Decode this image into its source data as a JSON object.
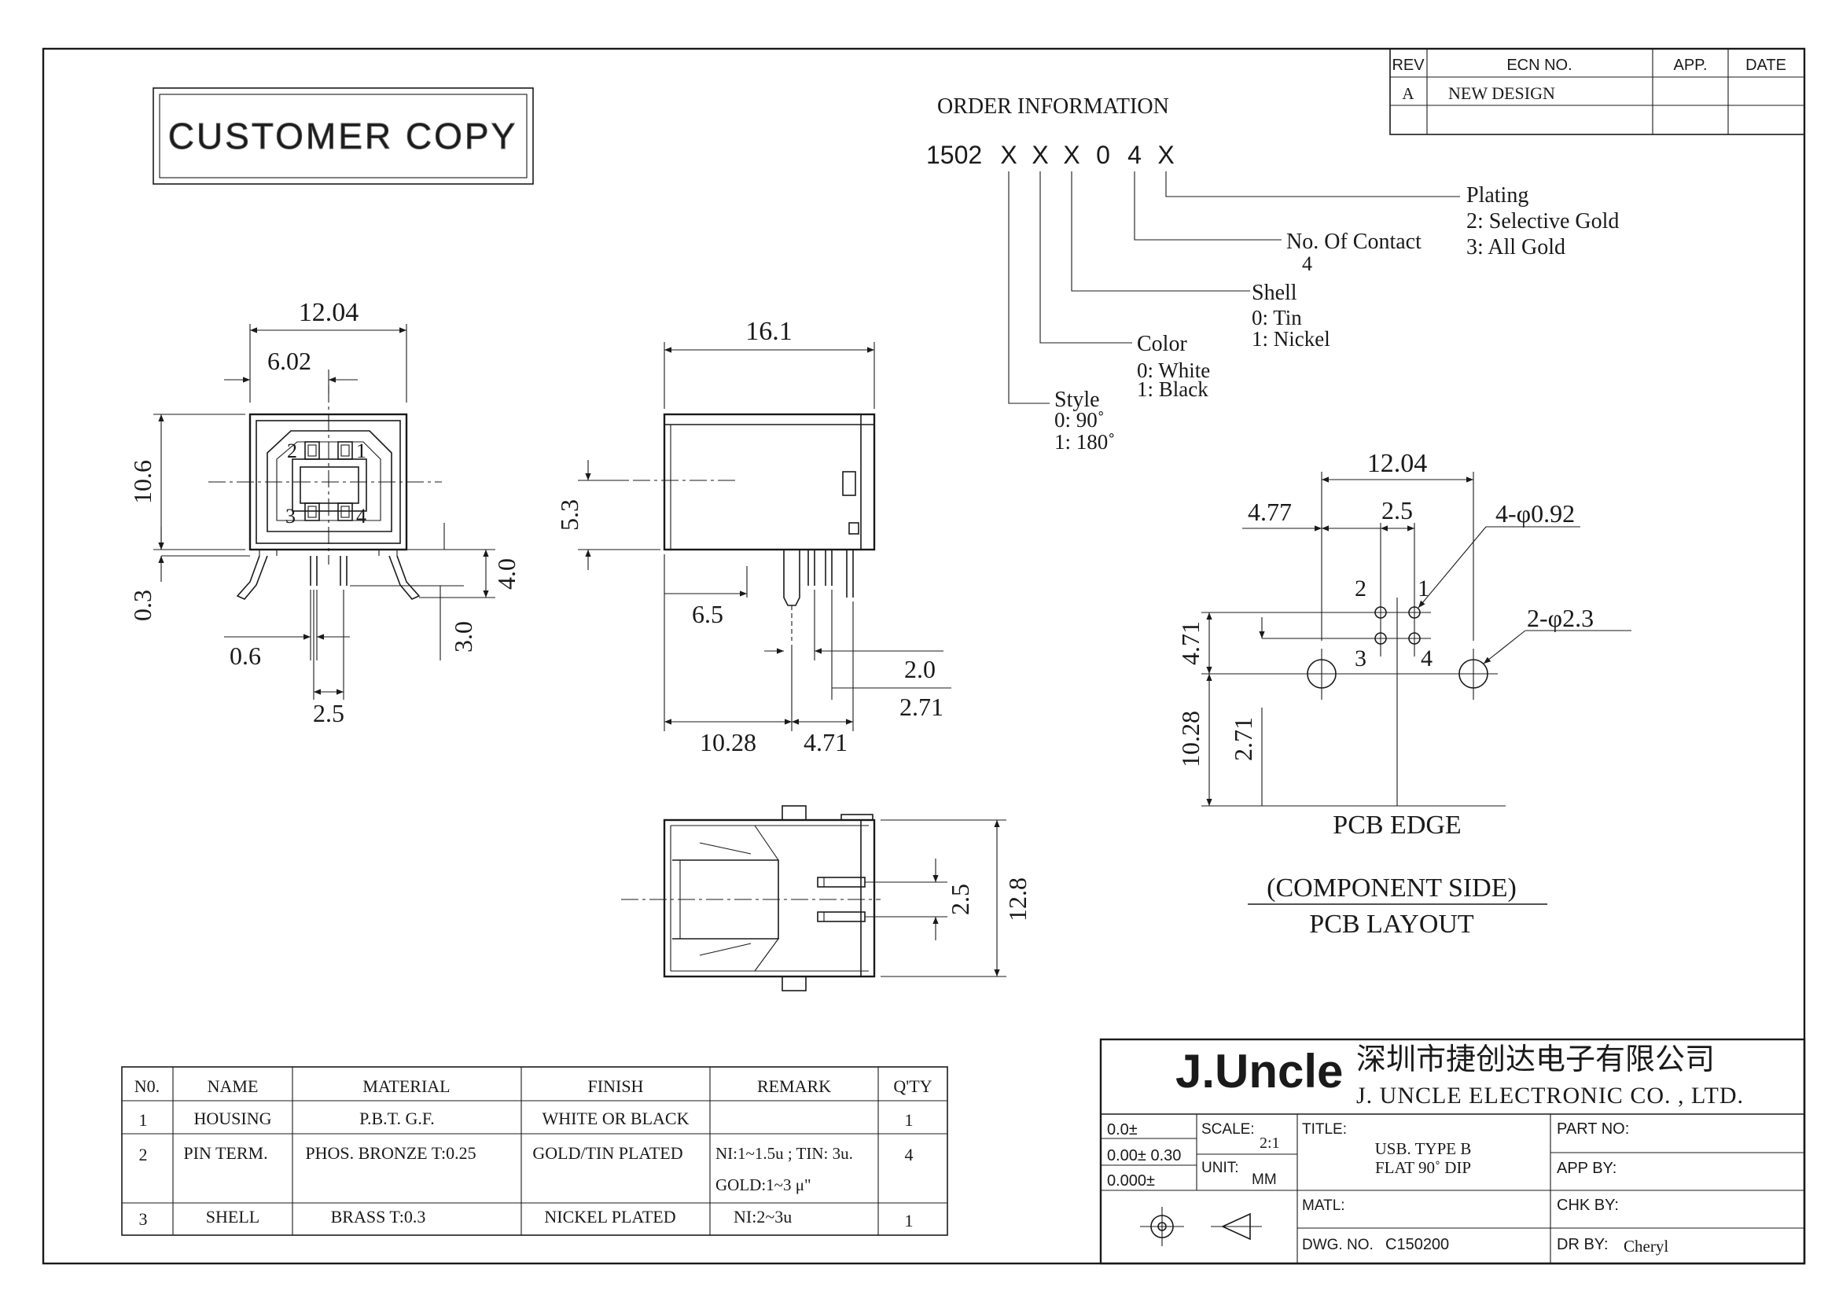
{
  "stamp": "CUSTOMER COPY",
  "revision_table": {
    "headers": [
      "REV",
      "ECN NO.",
      "APP.",
      "DATE"
    ],
    "rows": [
      [
        "A",
        "NEW DESIGN",
        "",
        ""
      ]
    ]
  },
  "order_info": {
    "title": "ORDER INFORMATION",
    "code_parts": [
      "1502",
      "X",
      "X",
      "X",
      "0",
      "4",
      "X"
    ],
    "plating": {
      "label": "Plating",
      "options": [
        "2: Selective Gold",
        "3: All  Gold"
      ]
    },
    "contacts": {
      "label": "No. Of Contact",
      "value": "4"
    },
    "shell": {
      "label": "Shell",
      "options": [
        "0: Tin",
        "1: Nickel"
      ]
    },
    "color": {
      "label": "Color",
      "options": [
        "0: White",
        "1: Black"
      ]
    },
    "style": {
      "label": "Style",
      "options": [
        "0: 90˚",
        "1: 180˚"
      ]
    }
  },
  "front_view": {
    "dims": {
      "width": "12.04",
      "half_width": "6.02",
      "height": "10.6",
      "standoff": "0.3",
      "pin_pitch_x": "0.6",
      "pin_spacing": "2.5",
      "lead_length": "3.0",
      "leg_length": "4.0"
    },
    "pin_labels": [
      "2",
      "1",
      "3",
      "4"
    ]
  },
  "side_view": {
    "dims": {
      "length": "16.1",
      "center_height": "5.3",
      "leg_offset": "6.5",
      "pin_gap": "2.0",
      "pin_row": "2.71",
      "front_to_pin": "10.28",
      "pin_spacing": "4.71"
    }
  },
  "top_view": {
    "dims": {
      "pitch": "2.5",
      "width": "12.8"
    }
  },
  "pcb_layout": {
    "dims": {
      "width": "12.04",
      "offset": "4.77",
      "pitch": "2.5",
      "small_holes": "4-φ0.92",
      "big_holes": "2-φ2.3",
      "row_gap": "4.71",
      "edge_distance": "10.28",
      "row_offset": "2.71"
    },
    "pin_labels": [
      "2",
      "1",
      "3",
      "4"
    ],
    "edge_label": "PCB EDGE",
    "caption_1": "(COMPONENT SIDE)",
    "caption_2": "PCB LAYOUT"
  },
  "bom": {
    "headers": [
      "N0.",
      "NAME",
      "MATERIAL",
      "FINISH",
      "REMARK",
      "Q'TY"
    ],
    "rows": [
      {
        "no": "1",
        "name": "HOUSING",
        "material": "P.B.T. G.F.",
        "finish": "WHITE OR BLACK",
        "remark": "",
        "remark2": "",
        "qty": "1"
      },
      {
        "no": "2",
        "name": "PIN TERM.",
        "material": "PHOS. BRONZE T:0.25",
        "finish": "GOLD/TIN PLATED",
        "remark": "NI:1~1.5u ;  TIN: 3u.",
        "remark2": "GOLD:1~3 μ\"",
        "qty": "4"
      },
      {
        "no": "3",
        "name": "SHELL",
        "material": "BRASS T:0.3",
        "finish": "NICKEL PLATED",
        "remark": "NI:2~3u",
        "remark2": "",
        "qty": "1"
      }
    ]
  },
  "title_block": {
    "logo": "J.Uncle",
    "company_cn": "深圳市捷创达电子有限公司",
    "company_en": "J. UNCLE  ELECTRONIC  CO. , LTD.",
    "tolerances": [
      "0.0±",
      "0.00± 0.30",
      "0.000±"
    ],
    "scale_label": "SCALE:",
    "scale_value": "2:1",
    "unit_label": "UNIT:",
    "unit_value": "MM",
    "title_label": "TITLE:",
    "title_line1": "USB. TYPE B",
    "title_line2": "FLAT 90˚ DIP",
    "matl_label": "MATL:",
    "dwg_label": "DWG.  NO.",
    "dwg_value": "C150200",
    "part_label": "PART  NO:",
    "appby_label": "APP  BY:",
    "chkby_label": "CHK  BY:",
    "drby_label": "DR  BY:",
    "drby_value": "Cheryl"
  }
}
